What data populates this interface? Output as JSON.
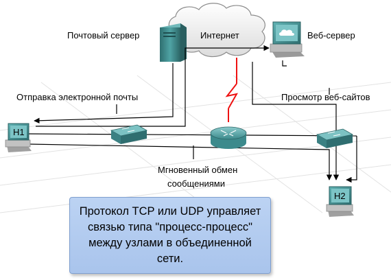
{
  "labels": {
    "mail_server": "Почтовый сервер",
    "internet": "Интернет",
    "web_server": "Веб-сервер",
    "send_email": "Отправка электронной почты",
    "browse_web": "Просмотр веб-сайтов",
    "im_line1": "Мгновенный обмен",
    "im_line2": "сообщениями"
  },
  "hosts": {
    "h1": "H1",
    "h2": "H2"
  },
  "callout": {
    "text": "Протокол TCP или UDP управляет связью типа \"процесс-процесс\" между узлами в объединенной сети."
  },
  "colors": {
    "wan_link": "#ee1111",
    "callout_bg": "#b3cdf0",
    "device_teal": "#4a9ea0"
  }
}
